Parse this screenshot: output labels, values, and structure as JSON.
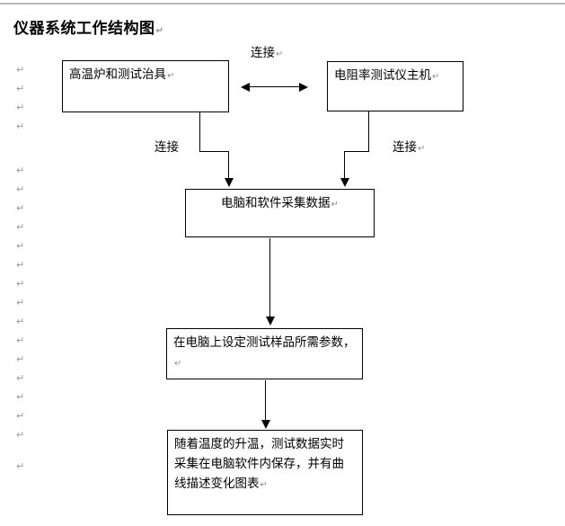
{
  "document": {
    "title": "仪器系统工作结构图",
    "pilcrow_glyph": "↵"
  },
  "flowchart": {
    "boxes": [
      {
        "id": "furnace",
        "text": "高温炉和测试治具",
        "align": "left"
      },
      {
        "id": "tester",
        "text": "电阻率测试仪主机",
        "align": "left"
      },
      {
        "id": "acquire",
        "text": "电脑和软件采集数据",
        "align": "center"
      },
      {
        "id": "settings",
        "text": "在电脑上设定测试样品所需参数，",
        "align": "left"
      },
      {
        "id": "record",
        "text": "随着温度的升温，测试数据实时采集在电脑软件内保存，并有曲线描述变化图表",
        "align": "left"
      }
    ],
    "labels": [
      {
        "id": "link-top",
        "text": "连接"
      },
      {
        "id": "link-left",
        "text": "连接"
      },
      {
        "id": "link-right",
        "text": "连接"
      }
    ]
  },
  "margin_marks": {
    "count": 20,
    "glyph": "↵"
  },
  "colors": {
    "page_background": "#ffffff",
    "ink": "#000000",
    "mark_gray": "#9a9a9a",
    "rule_gray": "#b8b8b8"
  }
}
